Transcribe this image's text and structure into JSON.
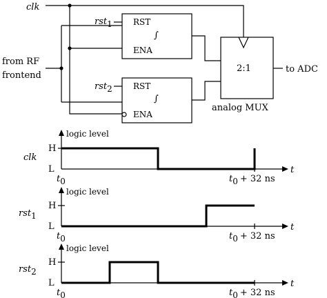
{
  "circuit": {
    "clk_label": "clk",
    "input_label_line1": "from RF",
    "input_label_line2": "frontend",
    "rst1_base": "rst",
    "rst1_sub": "1",
    "rst2_base": "rst",
    "rst2_sub": "2",
    "integrator1": {
      "rst_pin": "RST",
      "ena_pin": "ENA",
      "symbol": "∫"
    },
    "integrator2": {
      "rst_pin": "RST",
      "ena_pin": "ENA",
      "symbol": "∫"
    },
    "mux_ratio": "2:1",
    "mux_label": "analog MUX",
    "output_label": "to ADC"
  },
  "timing": {
    "y_axis_label": "logic level",
    "level_high": "H",
    "level_low": "L",
    "time_axis_label": "t",
    "t_start_base": "t",
    "t_start_sub": "0",
    "t_end_base": "t",
    "t_end_sub": "0",
    "t_end_suffix": "+ 32 ns",
    "period_ns": 32,
    "signals": [
      {
        "name_base": "clk",
        "name_sub": "",
        "segments": [
          [
            0,
            16,
            1
          ],
          [
            16,
            32,
            0
          ],
          [
            32,
            32,
            1
          ]
        ]
      },
      {
        "name_base": "rst",
        "name_sub": "1",
        "segments": [
          [
            0,
            24,
            0
          ],
          [
            24,
            32,
            1
          ]
        ]
      },
      {
        "name_base": "rst",
        "name_sub": "2",
        "segments": [
          [
            0,
            8,
            0
          ],
          [
            8,
            16,
            1
          ],
          [
            16,
            32,
            0
          ]
        ]
      }
    ]
  }
}
